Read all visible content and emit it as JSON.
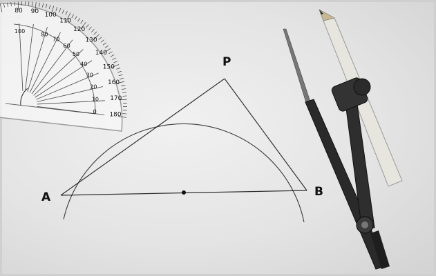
{
  "scene": {
    "caption": "",
    "points": {
      "a": "A",
      "b": "B",
      "p": "P"
    },
    "protractor": {
      "outer_scale": [
        "80",
        "90",
        "100",
        "110",
        "120",
        "130",
        "140",
        "150",
        "160",
        "170",
        "180"
      ],
      "inner_scale": [
        "100",
        "80",
        "70",
        "60",
        "50",
        "40",
        "30",
        "20",
        "10",
        "0"
      ]
    },
    "colors": {
      "paper": "#e6e6e6",
      "pencil_line": "#3a3a3a",
      "protractor_plastic": "#f4f4f4",
      "compass_metal": "#2a2a2a",
      "pencil_wood": "#e8e8e0"
    },
    "objects": [
      "protractor",
      "compass-with-pencil",
      "semicircle",
      "triangle-apb"
    ]
  }
}
